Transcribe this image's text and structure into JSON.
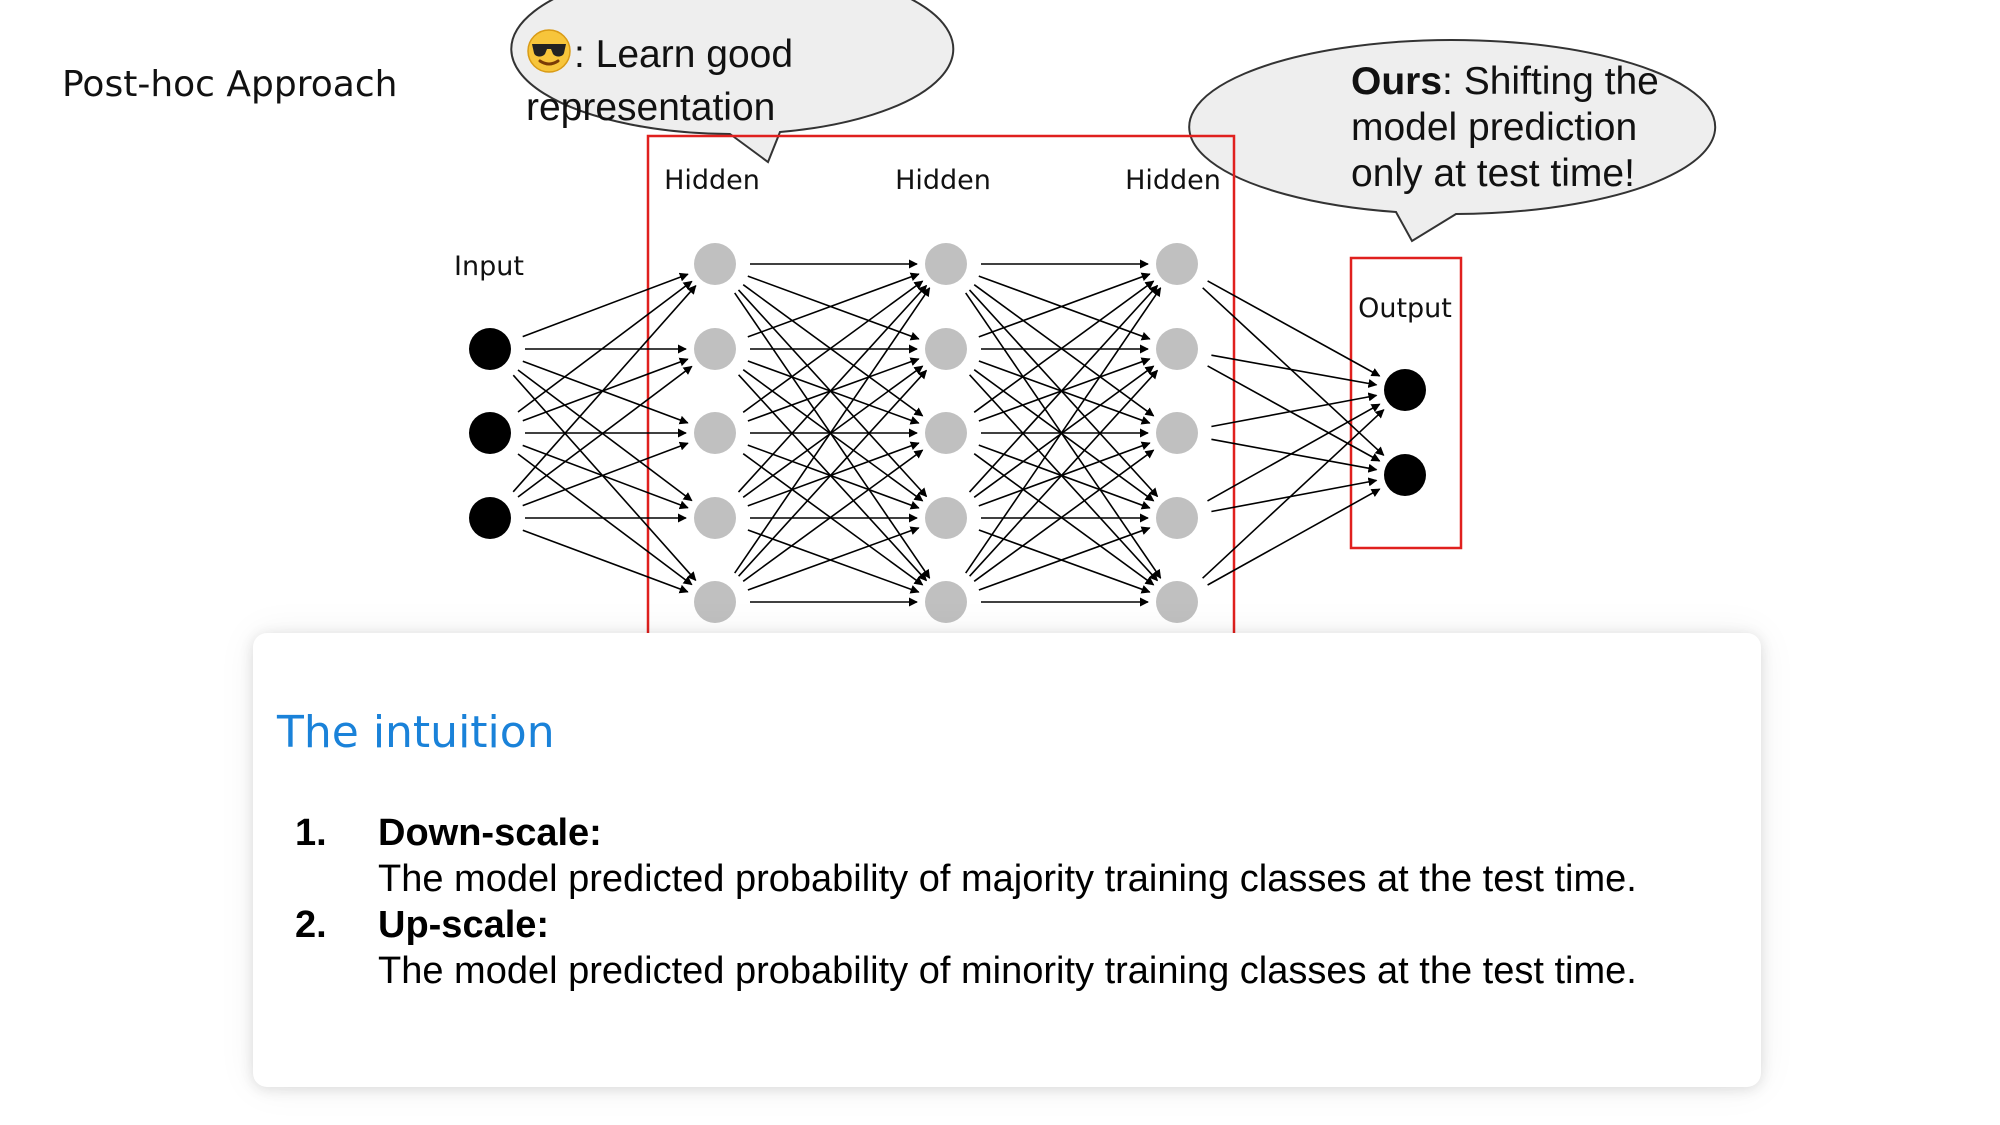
{
  "approach_label": "Post-hoc Approach",
  "bubble_left": {
    "icon": "sunglasses-face-emoji",
    "line1": ": Learn good",
    "line2": "representation"
  },
  "bubble_right": {
    "bold": "Ours",
    "line1_rest": ": Shifting the",
    "line2": "model prediction",
    "line3": "only at test time!"
  },
  "network": {
    "input_label": "Input",
    "hidden_labels": [
      "Hidden",
      "Hidden",
      "Hidden"
    ],
    "output_label": "Output",
    "input_nodes": 3,
    "hidden_nodes_per_layer": 5,
    "output_nodes": 2,
    "highlight_color": "#e0201e",
    "input_node_color": "#000000",
    "hidden_node_color": "#c0c0c0",
    "output_node_color": "#000000"
  },
  "card": {
    "title": "The intuition",
    "title_color": "#1a82d9",
    "items": [
      {
        "num": "1.",
        "title": "Down-scale:",
        "desc": "The model predicted probability of majority training classes at the test time."
      },
      {
        "num": "2.",
        "title": "Up-scale:",
        "desc": "The model predicted probability of minority training classes at the test time."
      }
    ]
  }
}
